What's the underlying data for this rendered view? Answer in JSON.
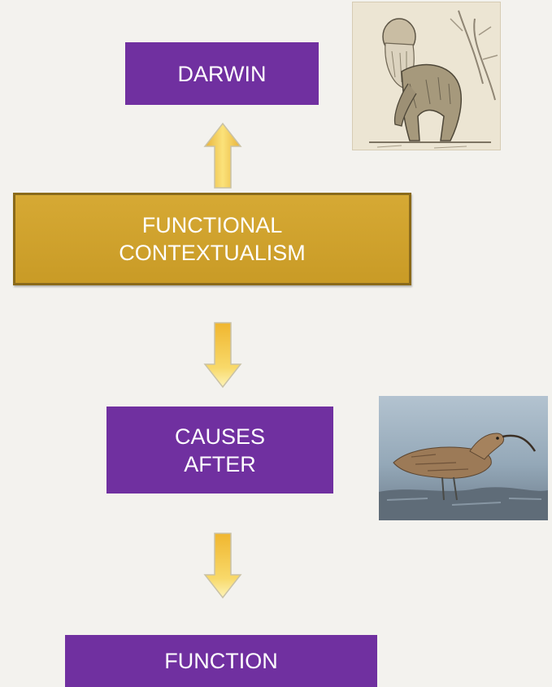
{
  "diagram": {
    "nodes": {
      "darwin": "DARWIN",
      "functional_contextualism_line1": "FUNCTIONAL",
      "functional_contextualism_line2": "CONTEXTUALISM",
      "causes_line1": "CAUSES",
      "causes_line2": "AFTER",
      "function": "FUNCTION"
    },
    "edges": [
      {
        "from": "functional_contextualism",
        "to": "darwin",
        "direction": "up"
      },
      {
        "from": "functional_contextualism",
        "to": "causes_after",
        "direction": "down"
      },
      {
        "from": "causes_after",
        "to": "function",
        "direction": "down"
      }
    ],
    "images": [
      {
        "icon": "darwin-ape-caricature-illustration",
        "near": "darwin"
      },
      {
        "icon": "long-billed-curlew-bird-photo",
        "near": "causes_after"
      }
    ],
    "colors": {
      "background": "#f3f2ee",
      "purple_box": "#7030a0",
      "gold_box": "#d0a22c",
      "arrow": "#f2c23a",
      "text": "#ffffff"
    }
  }
}
